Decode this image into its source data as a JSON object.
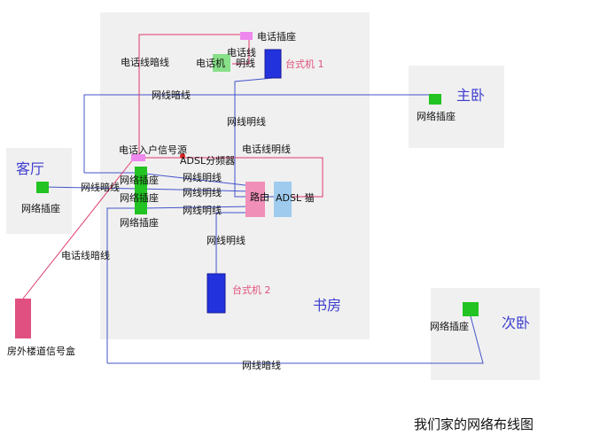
{
  "title": "我们家的网络布线图",
  "rooms": {
    "study": "书房",
    "master_bedroom": "主卧",
    "living_room": "客厅",
    "second_bedroom": "次卧"
  },
  "labels": {
    "phone_jack": "电话插座",
    "phone": "电话机",
    "phone_line_a": "电话线",
    "phone_line_b": "明线",
    "pc1": "台式机 1",
    "pc2": "台式机 2",
    "phone_hidden_line_top": "电话线暗线",
    "net_hidden_line_top": "网线暗线",
    "net_exposed_line_top": "网线明线",
    "master_socket": "网络插座",
    "phone_entry": "电话入户信号源",
    "adsl_splitter": "ADSL分频器",
    "phone_exposed_line": "电话线明线",
    "socket_1": "网络插座",
    "socket_2": "网络插座",
    "socket_3": "网络插座",
    "net_exposed_1": "网线明线",
    "net_exposed_2": "网线明线",
    "net_exposed_3": "网线明线",
    "net_exposed_4": "网线明线",
    "router": "路由",
    "modem": "ADSL 猫",
    "living_socket": "网络插座",
    "living_net_hidden": "网线暗线",
    "outdoor_phone_hidden": "电话线暗线",
    "outdoor_box": "房外楼道信号盒",
    "second_socket": "网络插座",
    "bottom_net_hidden": "网线暗线"
  },
  "colors": {
    "room_bg": "#f0f0f0",
    "socket": "#22c322",
    "phone_jack": "#ee88ee",
    "pc": "#2233dd",
    "router": "#f08fb8",
    "modem": "#9ecbee",
    "net_line": "#4455cc",
    "phone_line": "#e03a6a"
  }
}
